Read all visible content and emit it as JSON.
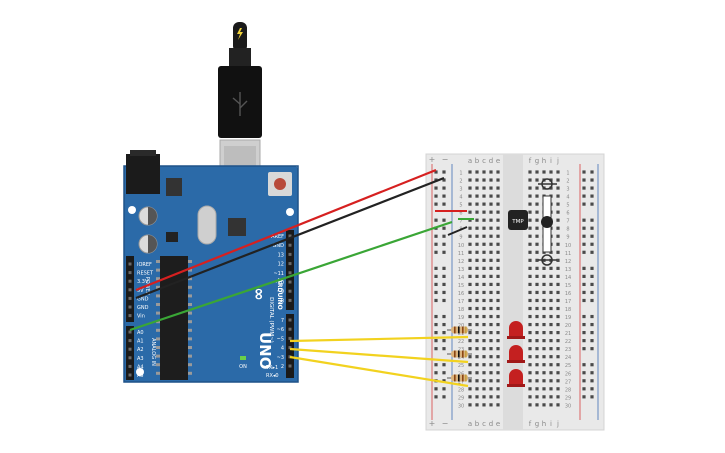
{
  "colors": {
    "board": "#2b6aa8",
    "board_dark": "#1f5288",
    "breadboard": "#e9e9e9",
    "rail_red": "#d94040",
    "rail_blue": "#3f6fb5",
    "wire_red": "#d62020",
    "wire_black": "#222222",
    "wire_green": "#3aa636",
    "wire_yellow": "#f2d21f",
    "led": "#c42020"
  },
  "arduino": {
    "brand": "UNO",
    "logo": "∞",
    "name": "ARDUINO",
    "digital_title": "DIGITAL (PWM~)",
    "power_title": "POWER",
    "analog_title": "ANALOG IN",
    "on_label": "ON",
    "tx_label": "TX▸1",
    "rx_label": "RX◂0",
    "power_pins": [
      "IOREF",
      "RESET",
      "3.3V",
      "5V",
      "GND",
      "GND",
      "Vin"
    ],
    "analog_pins": [
      "A0",
      "A1",
      "A2",
      "A3",
      "A4",
      "A5"
    ],
    "digital_top": [
      "AREF",
      "GND",
      "13",
      "12",
      "~11",
      "~10",
      "~9",
      "8"
    ],
    "digital_bottom": [
      "7",
      "~6",
      "~5",
      "4",
      "~3",
      "2"
    ]
  },
  "breadboard": {
    "columns_left": [
      "a",
      "b",
      "c",
      "d",
      "e"
    ],
    "columns_right": [
      "f",
      "g",
      "h",
      "i",
      "j"
    ],
    "rows": [
      "1",
      "2",
      "3",
      "4",
      "5",
      "6",
      "7",
      "8",
      "9",
      "10",
      "11",
      "12",
      "13",
      "14",
      "15",
      "16",
      "17",
      "18",
      "19",
      "20",
      "21",
      "22",
      "23",
      "24",
      "25",
      "26",
      "27",
      "28",
      "29",
      "30"
    ],
    "rail_plus": "+",
    "rail_minus": "−"
  },
  "sensor": {
    "label": "TMP"
  },
  "icons": {
    "usb": "usb-icon",
    "flash": "lightning-icon",
    "logo": "arduino-infinity-icon"
  }
}
